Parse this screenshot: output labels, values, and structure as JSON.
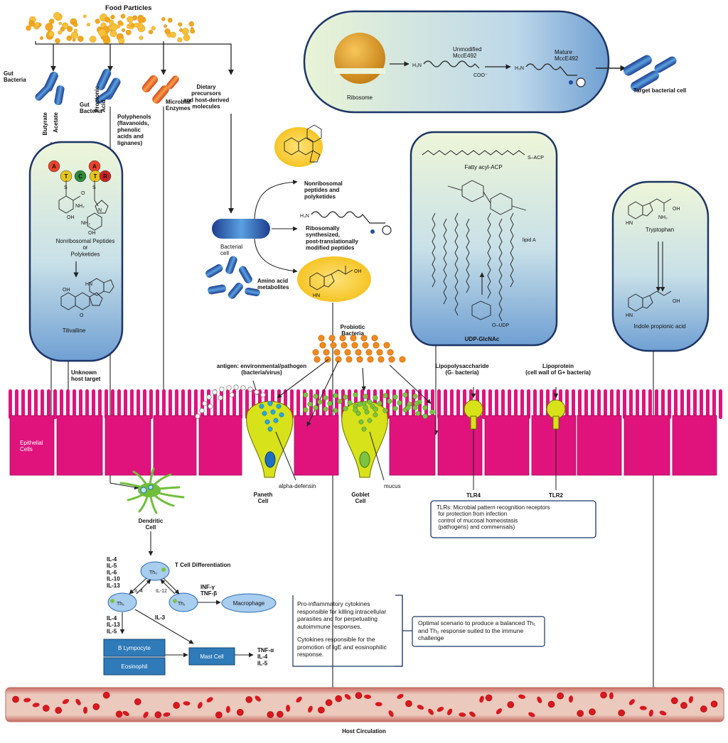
{
  "top": {
    "food_particles": "Food Particles",
    "gut_bacteria_1": "Gut\nBacteria",
    "gut_bacteria_2": "Gut\nBacteria",
    "butyrate": "Butyrate",
    "acetate": "Acetate",
    "propionic_acid": "Propionic\nAcid",
    "polyphenols": "Polyphenols\n(flavanoids,\nphenolic\nacids and\nlignanes)",
    "microbial_enzymes": "Microbial\nEnzymes",
    "dietary": "Dietary\nprecursors\nand host-derived\nmolecules"
  },
  "ribosome_panel": {
    "ribosome": "Ribosome",
    "unmodified": "Unmodified\nMccE492",
    "mature": "Mature\nMccE492",
    "target": "Target bacterial cell",
    "h3n": "H₃N",
    "coo": "COO⁻"
  },
  "left_cell": {
    "letters": [
      "A",
      "T",
      "C",
      "A",
      "T",
      "R"
    ],
    "nrp_title": "Nonribosomal Peptides\nor\nPolyketides",
    "tilivalline": "Tilivalline",
    "nh2": "NH₂",
    "oh": "OH",
    "o": "O",
    "n": "N",
    "hn": "HN",
    "s": "S"
  },
  "middle": {
    "nrp": "Nonribosomal\npeptides and\npolyketides",
    "ribo": "Ribosomally\nsynthesized,\npost-translationally\nmodified peptides",
    "bacterial_cell": "Bacterial\ncell",
    "amino_acid": "Amino acid\nmetabolites",
    "h3n": "H₃N"
  },
  "lipid_cell": {
    "fatty": "Fatty acyl-ACP",
    "sacp": "S–ACP",
    "lipid_a": "lipid A",
    "udp": "UDP-GlcNAc",
    "o_udp": "O–UDP"
  },
  "right_cell": {
    "tryptophan": "Tryptophan",
    "indole": "Indole propionic acid",
    "nh2": "NH₂",
    "oh": "OH",
    "hn": "HN"
  },
  "epithelium": {
    "probiotic": "Probiotic\nBacteria",
    "antigen": "antigen: environmental/pathogen\n(bacteria/virus)",
    "unknown": "Unknown\nhost target",
    "epithelial": "Epithelial\nCells",
    "paneth": "Paneth\nCell",
    "alpha": "alpha-defensin",
    "goblet": "Goblet\nCell",
    "mucus": "mucus",
    "lps": "Lipopolysaccharide\n(G- bacteria)",
    "lipoprotein": "Lipoprotein\n(cell wall of G+ bacteria)",
    "tlr4": "TLR4",
    "tlr2": "TLR2"
  },
  "tlr_box": {
    "text": "TLRs:  Microbial pattern recognition receptors\n             for protection from infection\n             control of mucosal homeostasis\n             (pathogens) and commensals)"
  },
  "immune": {
    "dendritic": "Dendritic\nCell",
    "tcell": "T Cell Differentiation",
    "th0": "Th₀",
    "th1": "Th₁",
    "th2": "Th₂",
    "il_left": "IL-4\nIL-5\nIL-6\nIL-10\nIL-13",
    "il4": "IL-4",
    "il12": "IL-12",
    "inf": "INF-γ\nTNF-β",
    "macrophage": "Macrophage",
    "il3": "IL-3",
    "il_lower": "IL-4\nIL-13\nIL-5",
    "b_lymphocyte": "B Lympocyte",
    "eosinophil": "Eosinophil",
    "mast": "Mast Cell",
    "tnf": "TNF-α\nIL-4\nIL-5"
  },
  "info": {
    "p1": "Pro-inflammatory cytokines responsible for killing intracellular parasites and for perpetuating autoimmune responses.",
    "p2": "Cytokines responsible for the promotion of IgE and eosinophilic response.",
    "optimal": "Optimal scenario to produce a balanced Th₁ and Th₂ response suited to the immune challenge"
  },
  "circulation": {
    "label": "Host Circulation"
  },
  "colors": {
    "epithelial": "#e0137d",
    "paneth": "#d7e21a",
    "cell_fill_top": "#e9f4d2",
    "cell_fill_bottom": "#7aa6d6",
    "cell_stroke": "#1d3567",
    "blood": "#e7c1b2",
    "rbc": "#d9181f",
    "probiotic": "#f08a1e",
    "green_bacteria": "#7cc243",
    "blue_box": "#2f7ab8",
    "dendritic": "#6fbf3a"
  }
}
